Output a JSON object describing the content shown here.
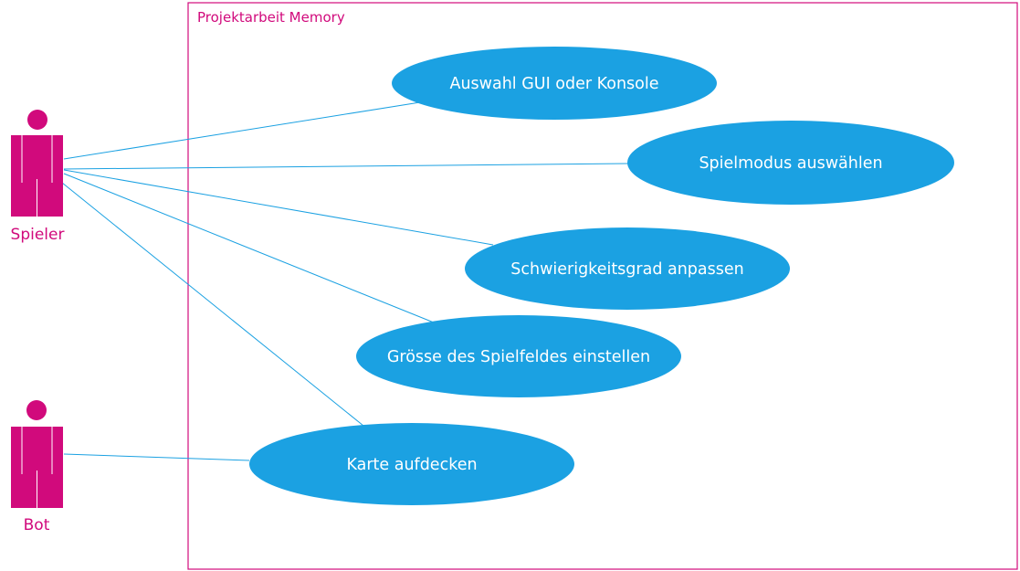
{
  "system": {
    "title": "Projektarbeit Memory"
  },
  "actors": {
    "spieler": "Spieler",
    "bot": "Bot"
  },
  "use_cases": {
    "gui_konsole": "Auswahl GUI oder Konsole",
    "spielmodus": "Spielmodus auswählen",
    "schwierigkeit": "Schwierigkeitsgrad anpassen",
    "spielfeld": "Grösse des Spielfeldes einstellen",
    "karte": "Karte aufdecken"
  },
  "colors": {
    "accent": "#d10a7c",
    "use_case_fill": "#1ba1e2",
    "use_case_text": "#ffffff"
  }
}
